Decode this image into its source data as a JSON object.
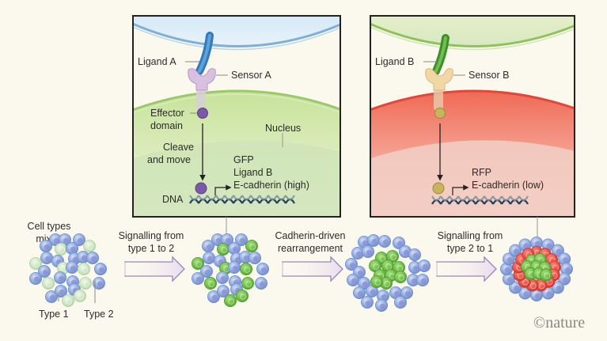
{
  "panel_a": {
    "ligand": "Ligand A",
    "sensor": "Sensor A",
    "effector_line1": "Effector",
    "effector_line2": "domain",
    "nucleus": "Nucleus",
    "cleave_line1": "Cleave",
    "cleave_line2": "and move",
    "dna": "DNA",
    "gene_1": "GFP",
    "gene_2": "Ligand B",
    "gene_3": "E-cadherin (high)"
  },
  "panel_b": {
    "ligand": "Ligand B",
    "sensor": "Sensor B",
    "gene_1": "RFP",
    "gene_2": "E-cadherin (low)"
  },
  "steps": {
    "mixed_line1": "Cell types",
    "mixed_line2": "mixed",
    "type1": "Type 1",
    "type2": "Type 2",
    "arrow1_line1": "Signalling from",
    "arrow1_line2": "type 1 to 2",
    "arrow2_line1": "Cadherin-driven",
    "arrow2_line2": "rearrangement",
    "arrow3_line1": "Signalling from",
    "arrow3_line2": "type 2 to 1"
  },
  "credit": "©nature",
  "colors": {
    "background": "#fbf8ee",
    "type1_cell": "#8aa6dc",
    "type2_cell": "#c9e2bf",
    "gfp_cell": "#6cbf3a",
    "rfp_cell": "#e2433a",
    "ligand_a": "#3f8ccc",
    "ligand_b": "#4aa236",
    "sensor_a": "#d9bfe0",
    "sensor_b": "#f0d7a4",
    "effector_a": "#7a5aa8",
    "effector_b": "#c9b45e",
    "arrow": "#9b84b8"
  }
}
